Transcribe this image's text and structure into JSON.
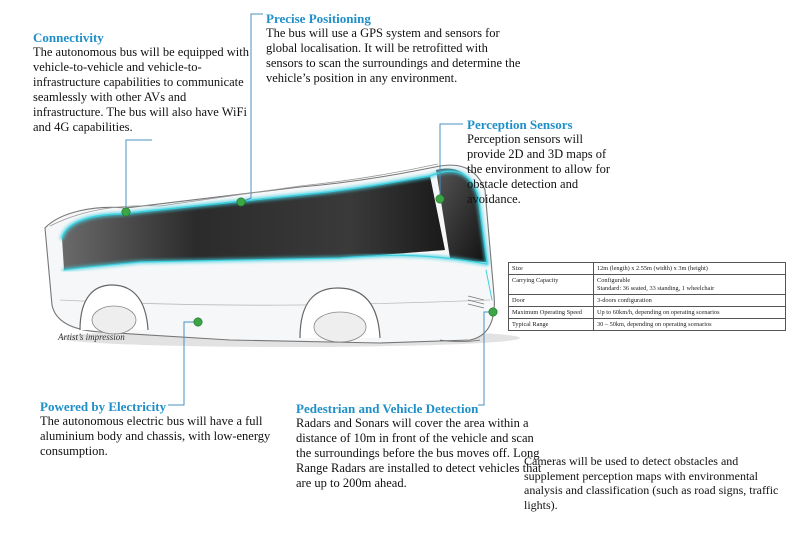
{
  "connectivity": {
    "title": "Connectivity",
    "body": "The autonomous bus will be equipped with vehicle-to-vehicle and vehicle-to-infrastructure capabilities to communicate seamlessly with other AVs and infrastructure. The bus will also have WiFi and 4G capabilities."
  },
  "precise_positioning": {
    "title": "Precise Positioning",
    "body": "The bus will use a GPS system and sensors for global localisation. It will be retrofitted with sensors to scan the surroundings and determine the vehicle’s position in any environment."
  },
  "perception_sensors": {
    "title": "Perception Sensors",
    "body": "Perception sensors will provide 2D and 3D maps of the environment to allow for obstacle detection and avoidance."
  },
  "powered_by_electricity": {
    "title": "Powered by Electricity",
    "body": "The autonomous electric bus will have a full aluminium body and chassis, with low-energy consumption."
  },
  "pedestrian_vehicle_detection": {
    "title": "Pedestrian and Vehicle Detection",
    "body": "Radars and Sonars will cover the area within a distance of 10m in front of the vehicle and scan the surroundings before the bus moves off. Long Range Radars are installed to detect vehicles that are up to 200m ahead."
  },
  "cameras": {
    "body": "Cameras will be used to detect obstacles and supplement perception maps with environmental analysis and classification (such as road signs, traffic lights)."
  },
  "caption": "Artist’s impression",
  "spec_table": [
    {
      "key": "Size",
      "value": "12m (length) x 2.55m (width) x 3m (height)",
      "value2": ""
    },
    {
      "key": "Carrying Capacity",
      "value": "Configurable",
      "value2": "Standard: 36 seated, 33 standing, 1 wheelchair"
    },
    {
      "key": "Door",
      "value": "3-doors configuration",
      "value2": ""
    },
    {
      "key": "Maximum Operating Speed",
      "value": "Up to 60km/h, depending on operating scenarios",
      "value2": ""
    },
    {
      "key": "Typical Range",
      "value": "30 – 50km, depending on operating scenarios",
      "value2": ""
    }
  ],
  "colors": {
    "heading": "#1f8fc9",
    "sensor_dot": "#3aa644",
    "glow": "#3fd0e0",
    "glass": "#2a2a2a",
    "leader_line": "#4a90c2"
  }
}
